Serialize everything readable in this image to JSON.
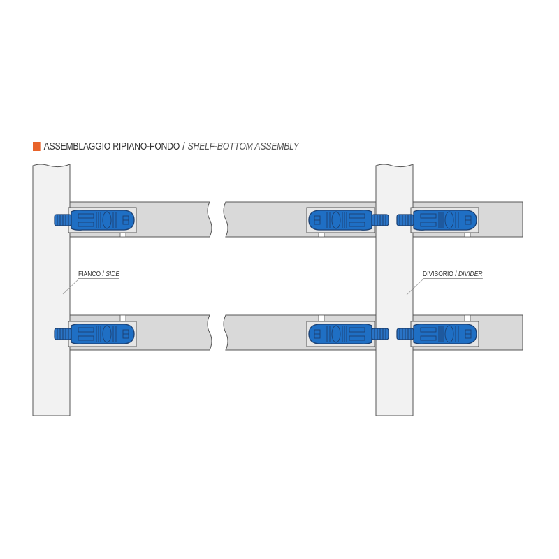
{
  "title": {
    "main": "ASSEMBLAGGIO RIPIANO-FONDO",
    "separator": "/",
    "translation": "SHELF-BOTTOM ASSEMBLY"
  },
  "labels": {
    "side": {
      "main": "FIANCO",
      "separator": " / ",
      "translation": "SIDE"
    },
    "divider": {
      "main": "DIVISORIO",
      "separator": " / ",
      "translation": "DIVIDER"
    }
  },
  "colors": {
    "accent": "#e8632a",
    "connector": "#1f6fc4",
    "connector_outline": "#1c3f70",
    "shelf": "#d9d9d9",
    "panel": "#f2f2f2"
  }
}
